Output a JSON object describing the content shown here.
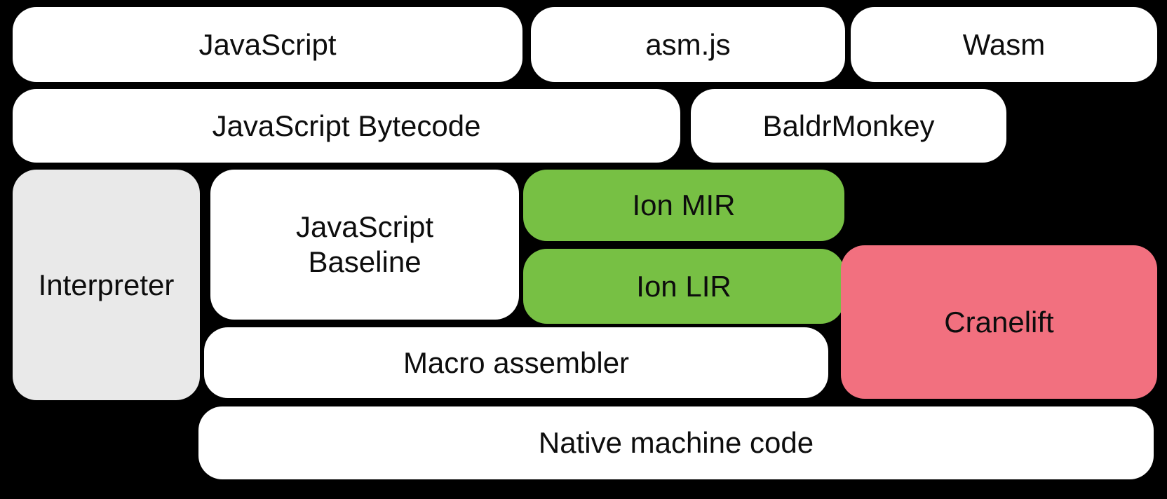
{
  "diagram": {
    "background_color": "#000000",
    "palette": {
      "box_white": "#ffffff",
      "box_gray": "#e9e9e9",
      "box_green": "#77c044",
      "box_pink": "#f2707f",
      "text": "#0d0d0d"
    },
    "boxes": {
      "javascript": {
        "label": "JavaScript",
        "color": "#ffffff"
      },
      "asmjs": {
        "label": "asm.js",
        "color": "#ffffff"
      },
      "wasm": {
        "label": "Wasm",
        "color": "#ffffff"
      },
      "javascript_bytecode": {
        "label": "JavaScript Bytecode",
        "color": "#ffffff"
      },
      "baldrmonkey": {
        "label": "BaldrMonkey",
        "color": "#ffffff"
      },
      "interpreter": {
        "label": "Interpreter",
        "color": "#e9e9e9"
      },
      "javascript_baseline": {
        "label": "JavaScript\nBaseline",
        "color": "#ffffff"
      },
      "ion_mir": {
        "label": "Ion MIR",
        "color": "#77c044"
      },
      "ion_lir": {
        "label": "Ion LIR",
        "color": "#77c044"
      },
      "cranelift": {
        "label": "Cranelift",
        "color": "#f2707f"
      },
      "macro_assembler": {
        "label": "Macro assembler",
        "color": "#ffffff"
      },
      "native_machine_code": {
        "label": "Native machine code",
        "color": "#ffffff"
      }
    }
  }
}
